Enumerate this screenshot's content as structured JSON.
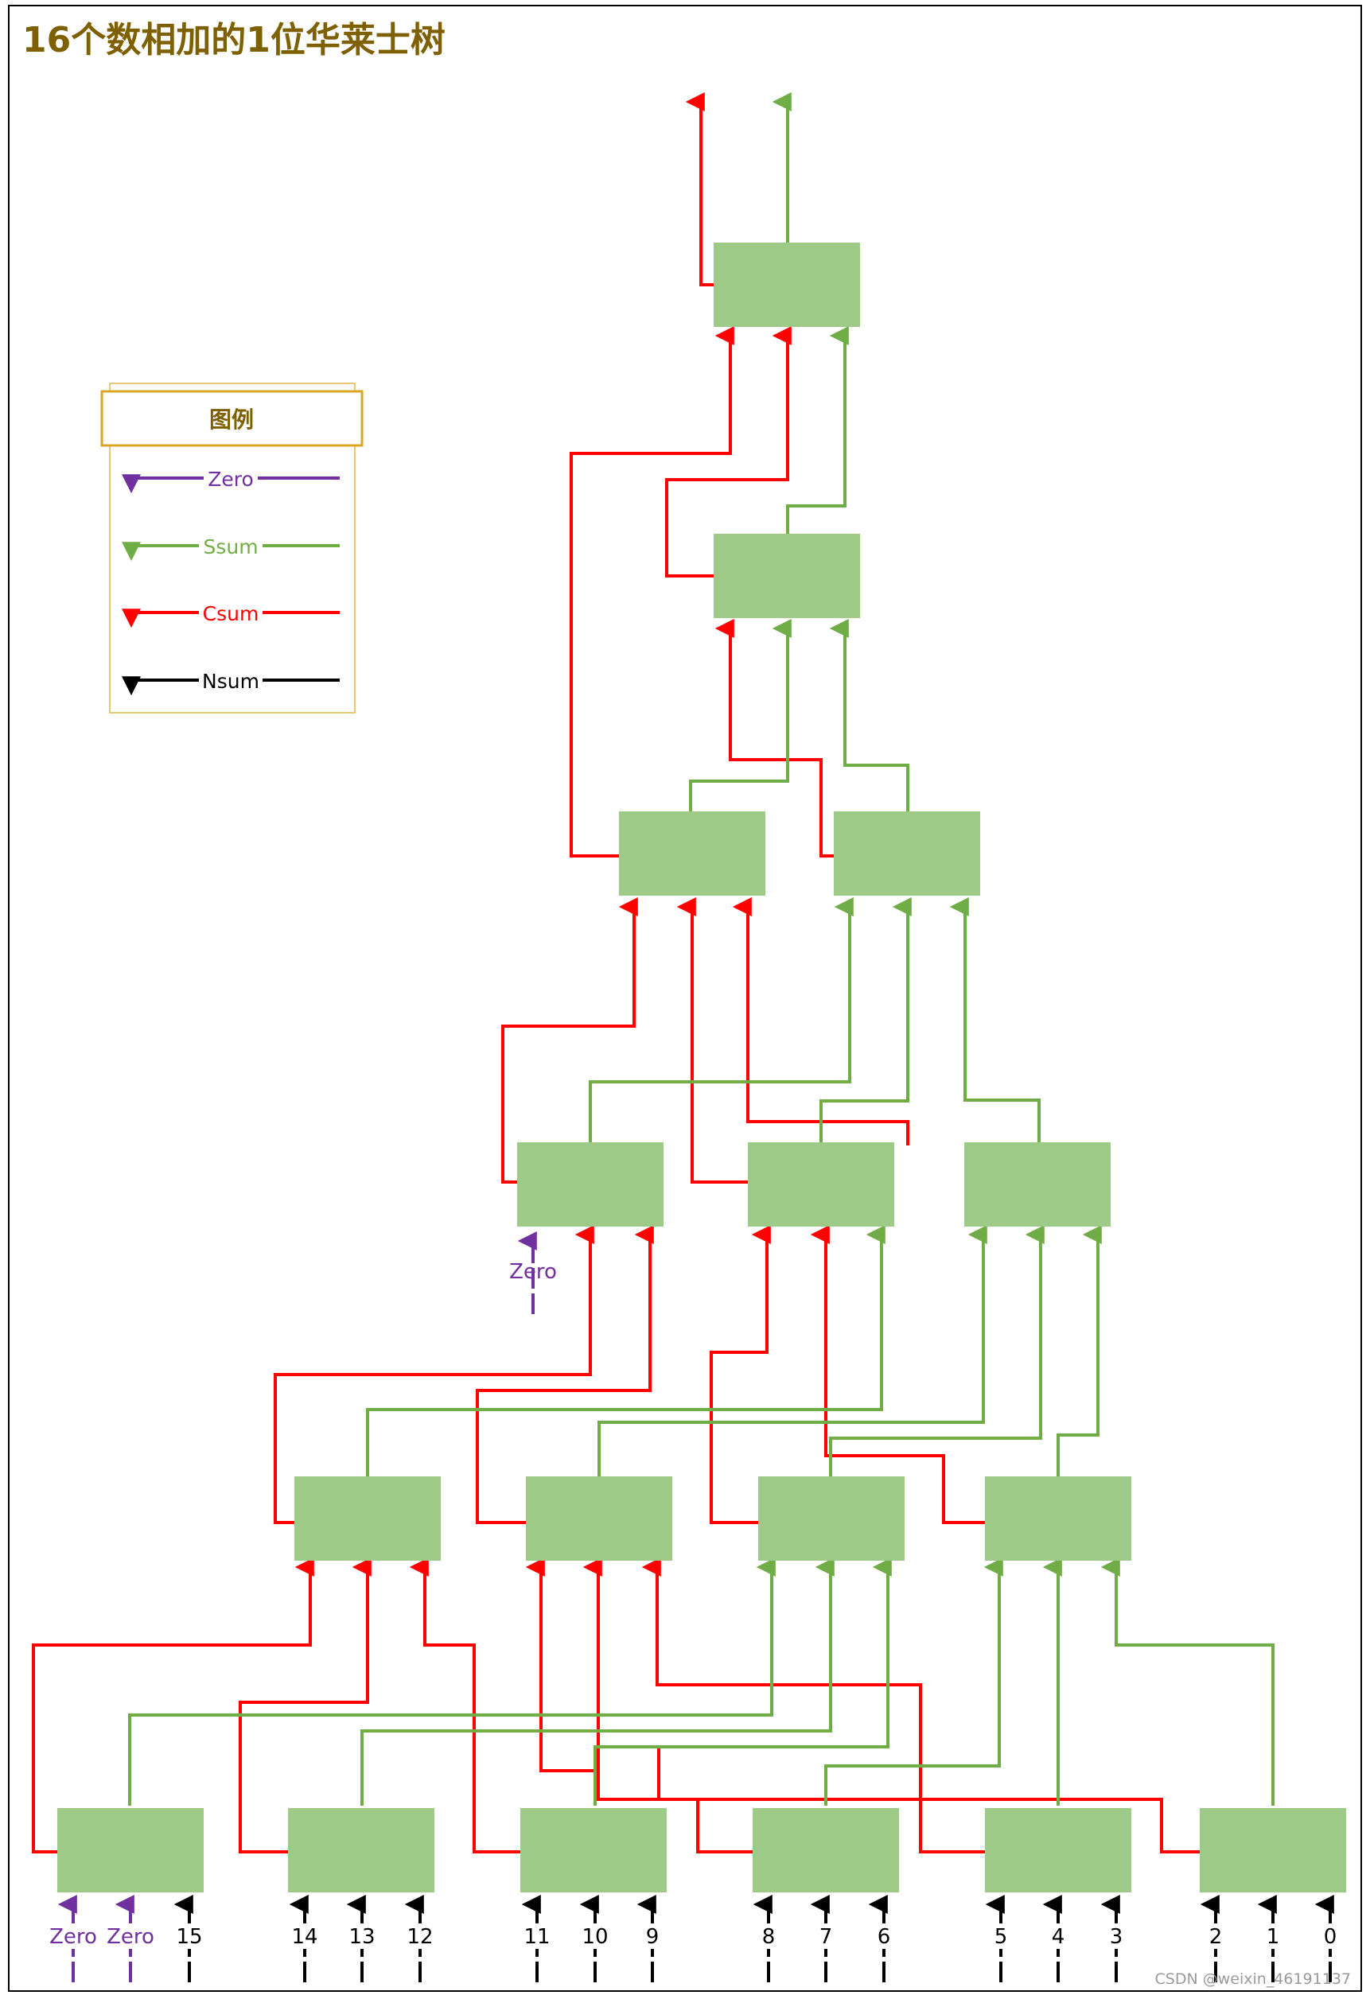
{
  "title": "16个数相加的1位华莱士树",
  "legend": {
    "title": "图例",
    "items": [
      {
        "label": "Zero",
        "color": "#7030a0"
      },
      {
        "label": "Ssum",
        "color": "#70ad47"
      },
      {
        "label": "Csum",
        "color": "#ff0000"
      },
      {
        "label": "Nsum",
        "color": "#000000"
      }
    ]
  },
  "colors": {
    "adder_fill": "#9dcb87",
    "csum": "#ff0000",
    "ssum": "#70ad47",
    "zero": "#7030a0",
    "nsum": "#000000",
    "legend_border": "#daa520",
    "title": "#7f6000"
  },
  "labels": {
    "zero": "Zero",
    "inputs": [
      "15",
      "14",
      "13",
      "12",
      "11",
      "10",
      "9",
      "8",
      "7",
      "6",
      "5",
      "4",
      "3",
      "2",
      "1",
      "0"
    ]
  },
  "watermark": "CSDN @weixin_46191137"
}
